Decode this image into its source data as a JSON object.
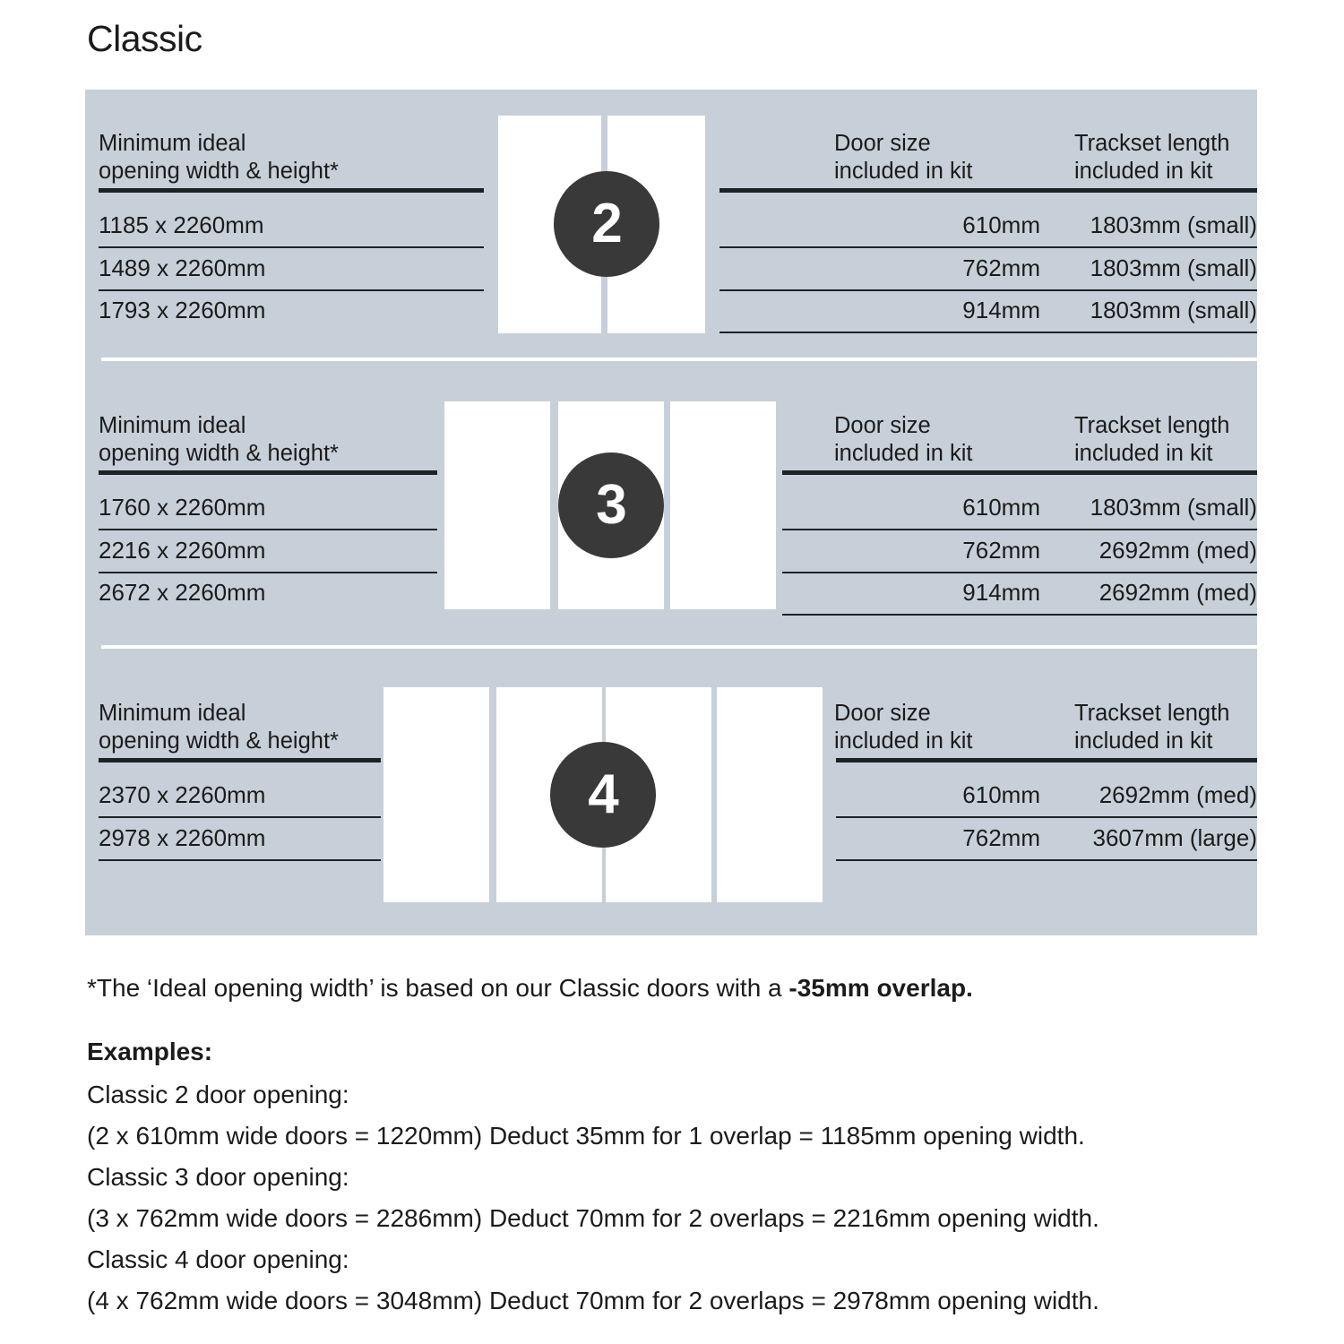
{
  "title": "Classic",
  "colors": {
    "board_background": "#c7d0d8",
    "rule": "#1c2326",
    "badge": "#393939",
    "door_panel": "#ffffff",
    "text": "#1b1b1b",
    "page_background": "#ffffff"
  },
  "column_headers": {
    "left": "Minimum ideal\nopening width & height*",
    "door_size": "Door size\nincluded in kit",
    "trackset": "Trackset length\nincluded in kit"
  },
  "sections": [
    {
      "door_count": "2",
      "badge_label": "2",
      "left_header": "Minimum ideal\nopening width & height*",
      "door_size_header": "Door size\nincluded in kit",
      "trackset_header": "Trackset length\nincluded in kit",
      "rows": [
        {
          "opening": "1185 x 2260mm",
          "door_size": "610mm",
          "trackset": "1803mm (small)"
        },
        {
          "opening": "1489 x 2260mm",
          "door_size": "762mm",
          "trackset": "1803mm (small)"
        },
        {
          "opening": "1793 x 2260mm",
          "door_size": "914mm",
          "trackset": "1803mm (small)"
        }
      ]
    },
    {
      "door_count": "3",
      "badge_label": "3",
      "left_header": "Minimum ideal\nopening width & height*",
      "door_size_header": "Door size\nincluded in kit",
      "trackset_header": "Trackset length\nincluded in kit",
      "rows": [
        {
          "opening": "1760 x 2260mm",
          "door_size": "610mm",
          "trackset": "1803mm (small)"
        },
        {
          "opening": "2216 x 2260mm",
          "door_size": "762mm",
          "trackset": "2692mm (med)"
        },
        {
          "opening": "2672 x 2260mm",
          "door_size": "914mm",
          "trackset": "2692mm (med)"
        }
      ]
    },
    {
      "door_count": "4",
      "badge_label": "4",
      "left_header": "Minimum ideal\nopening width & height*",
      "door_size_header": "Door size\nincluded in kit",
      "trackset_header": "Trackset length\nincluded in kit",
      "rows": [
        {
          "opening": "2370 x 2260mm",
          "door_size": "610mm",
          "trackset": "2692mm (med)"
        },
        {
          "opening": "2978 x 2260mm",
          "door_size": "762mm",
          "trackset": "3607mm (large)"
        }
      ]
    }
  ],
  "footnote": {
    "prefix": "*The ‘Ideal opening width’ is based on our Classic doors with a ",
    "emphasis": "-35mm overlap."
  },
  "examples": {
    "heading": "Examples:",
    "items": [
      {
        "label": "Classic 2 door opening:",
        "calc": "(2 x 610mm wide doors = 1220mm)  Deduct 35mm for 1 overlap = 1185mm opening width."
      },
      {
        "label": "Classic 3 door opening:",
        "calc": "(3 x 762mm wide doors = 2286mm)  Deduct 70mm for 2 overlaps = 2216mm opening width."
      },
      {
        "label": "Classic 4 door opening:",
        "calc": "(4 x 762mm wide doors = 3048mm)  Deduct 70mm for 2 overlaps = 2978mm opening width."
      }
    ]
  }
}
